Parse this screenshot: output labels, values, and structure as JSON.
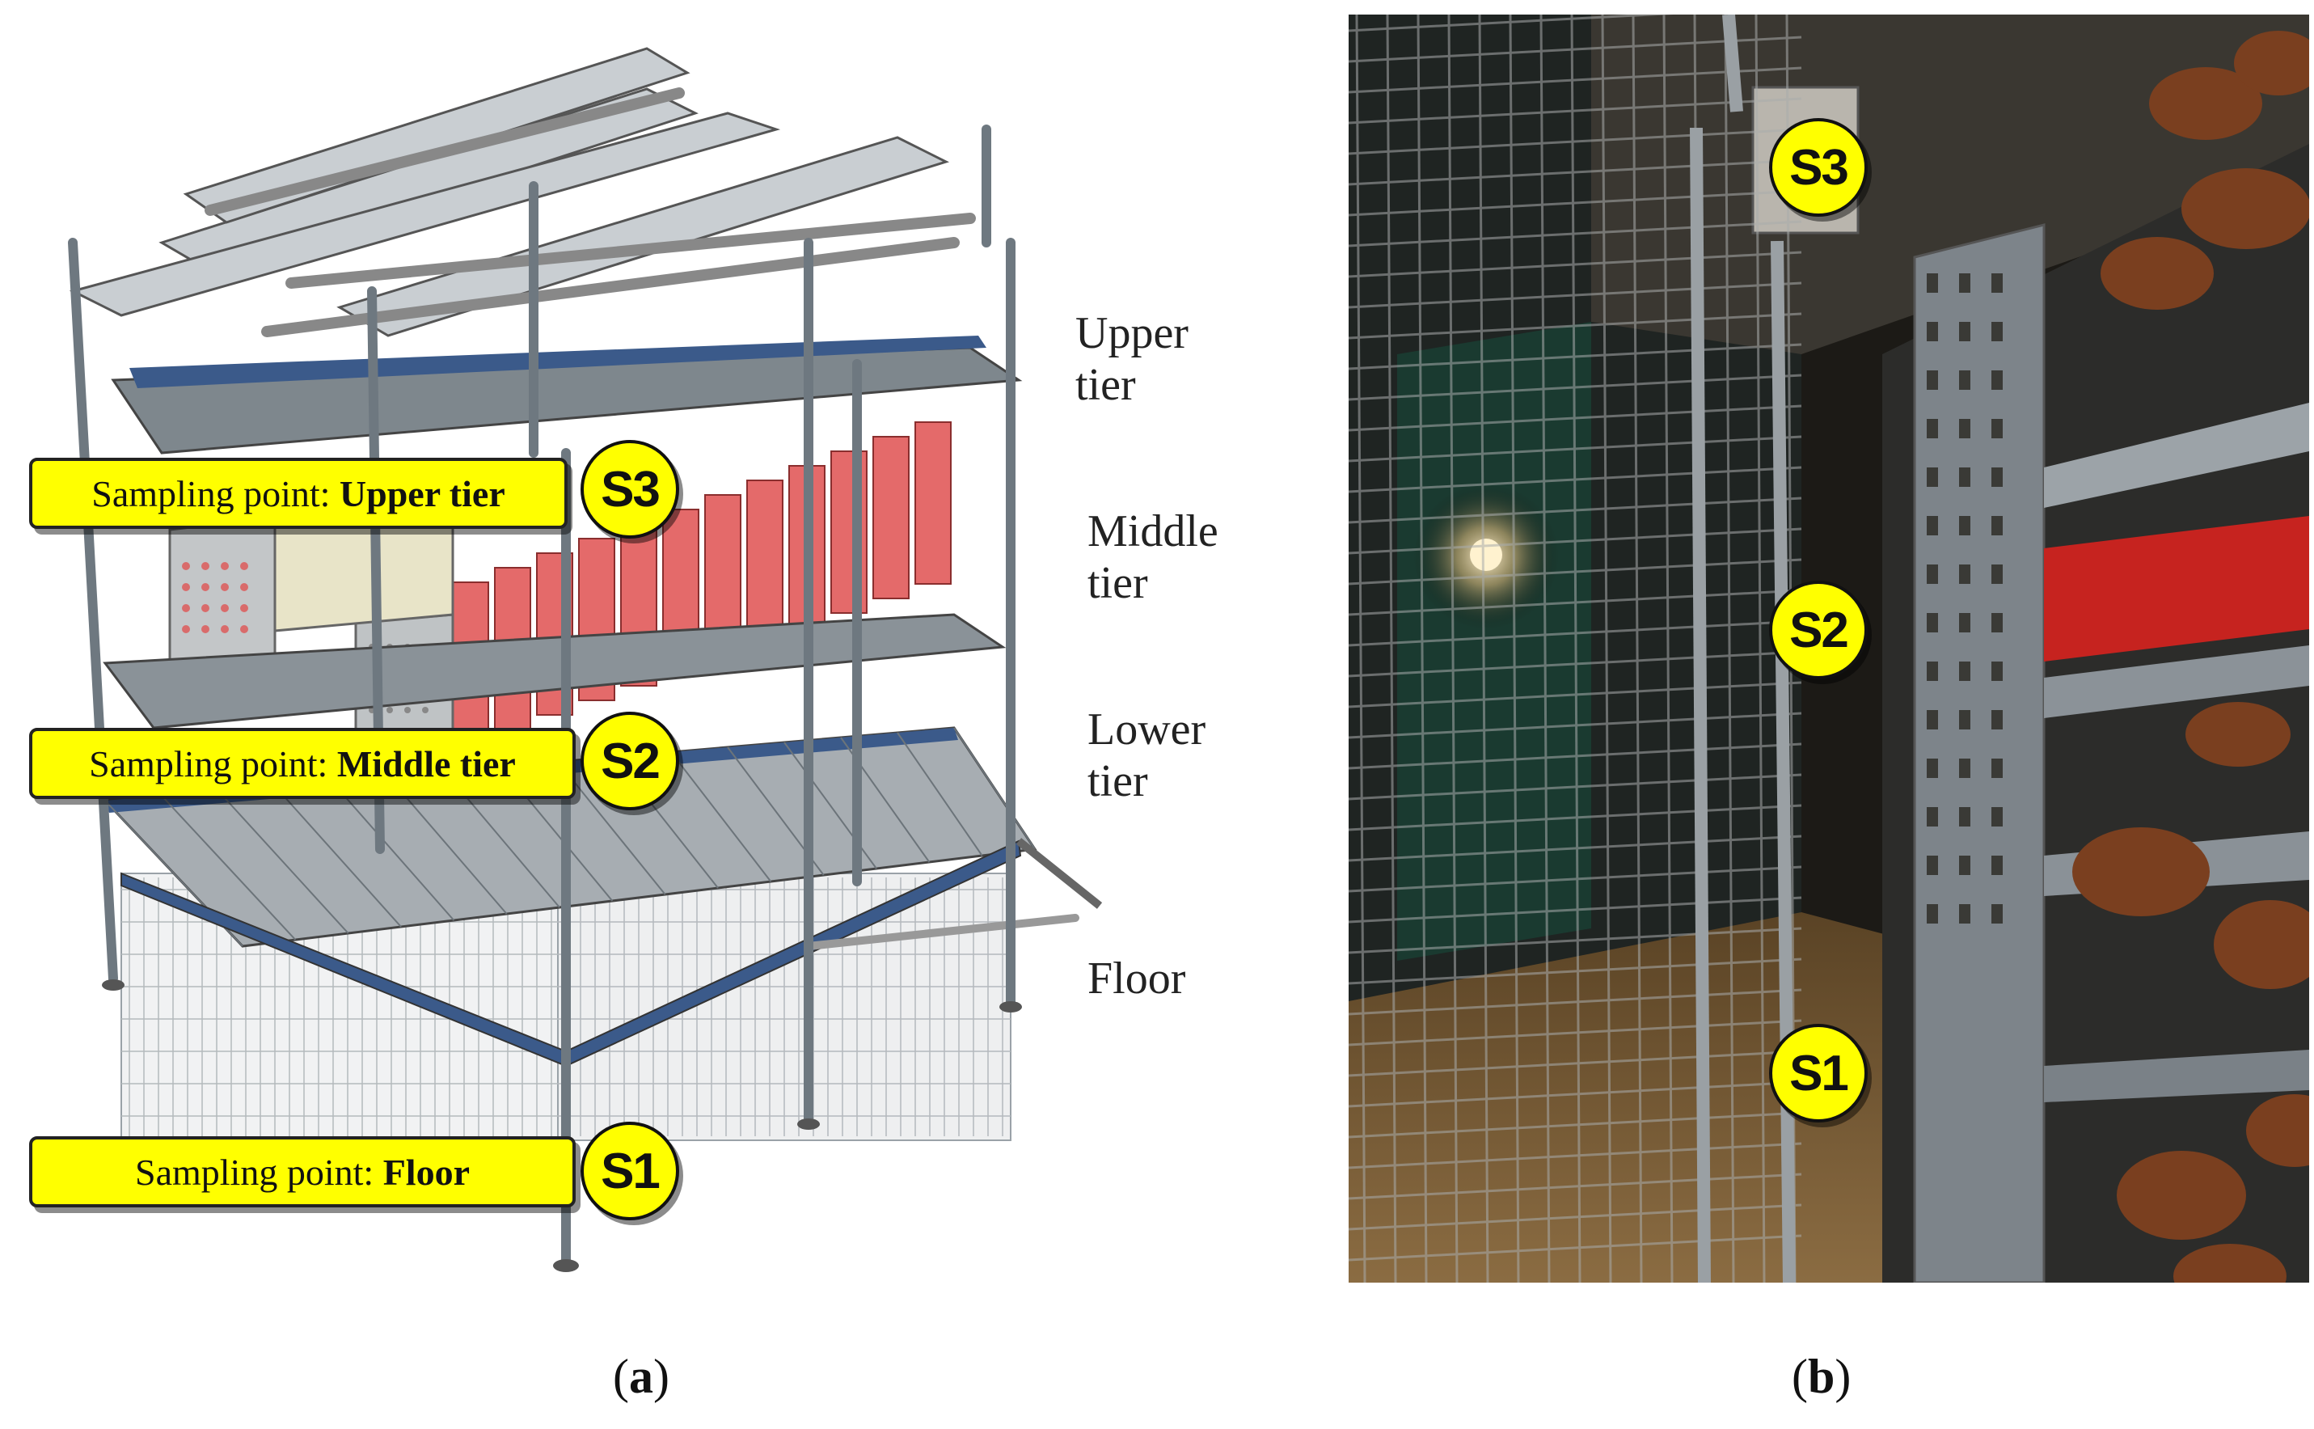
{
  "panel_a": {
    "tiers": {
      "upper": "Upper\ntier",
      "middle": "Middle\ntier",
      "lower": "Lower\ntier",
      "floor": "Floor"
    },
    "sampling_points": [
      {
        "prefix": "Sampling point: ",
        "name": "Upper tier",
        "badge": "S3"
      },
      {
        "prefix": "Sampling point: ",
        "name": "Middle tier",
        "badge": "S2"
      },
      {
        "prefix": "Sampling point: ",
        "name": "Floor",
        "badge": "S1"
      }
    ],
    "caption_letter": "a"
  },
  "panel_b": {
    "badges": {
      "s3": "S3",
      "s2": "S2",
      "s1": "S1"
    },
    "caption_letter": "b"
  },
  "colors": {
    "badge_fill": "#ffff00",
    "nest_red": "#e46a6a",
    "frame_gray": "#7f8a93"
  }
}
